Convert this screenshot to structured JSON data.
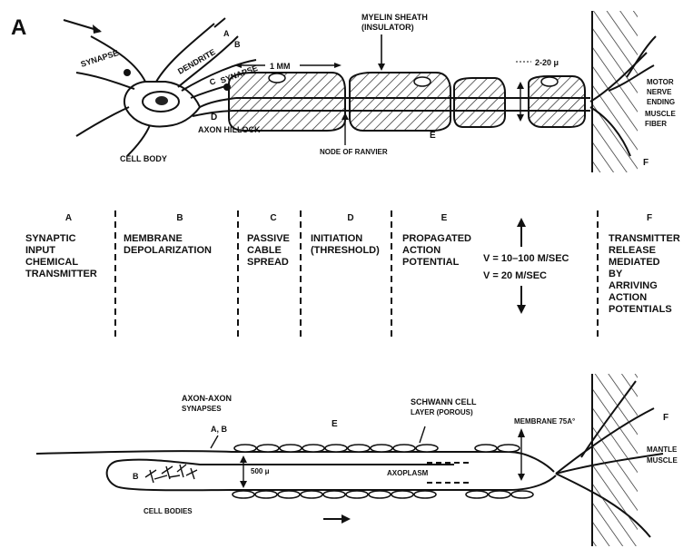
{
  "panel_label": "A",
  "top_labels": {
    "myelin_sheath": "MYELIN SHEATH",
    "insulator": "(INSULATOR)",
    "synapse_top": "SYNAPSE",
    "dendrite": "DENDRITE",
    "label_a": "A",
    "label_b": "B",
    "label_c": "C",
    "synapse_mid": "SYNAPSE",
    "one_mm": "1 MM",
    "diameter": "2-20 μ",
    "label_d": "D",
    "axon_hillock": "AXON HILLOCK",
    "node_of_ranvier": "NODE OF RANVIER",
    "label_e": "E",
    "cell_body": "CELL BODY",
    "motor_nerve_ending": "MOTOR NERVE ENDING",
    "muscle_fiber": "MUSCLE FIBER",
    "label_f": "F"
  },
  "stages": [
    {
      "letter": "A",
      "text": "SYNAPTIC\nINPUT\nCHEMICAL\nTRANSMITTER"
    },
    {
      "letter": "B",
      "text": "MEMBRANE\nDEPOLARIZATION"
    },
    {
      "letter": "C",
      "text": "PASSIVE\nCABLE\nSPREAD"
    },
    {
      "letter": "D",
      "text": "INITIATION\n(THRESHOLD)"
    },
    {
      "letter": "E",
      "text": "PROPAGATED\nACTION\nPOTENTIAL"
    },
    {
      "letter": "F",
      "text": "TRANSMITTER\nRELEASE\nMEDIATED\nBY\nARRIVING\nACTION\nPOTENTIALS"
    }
  ],
  "speed": {
    "v1": "V = 10–100 M/SEC",
    "v2": "V = 20 M/SEC"
  },
  "bottom_labels": {
    "axon_axon": "AXON-AXON",
    "synapses": "SYNAPSES",
    "ab": "A, B",
    "label_e": "E",
    "schwann": "SCHWANN CELL",
    "layer": "LAYER (POROUS)",
    "membrane": "MEMBRANE 75A°",
    "label_f": "F",
    "mantle": "MANTLE",
    "muscle": "MUSCLE",
    "micron": "500 μ",
    "axoplasm": "AXOPLASM",
    "label_b": "B",
    "cell_bodies": "CELL BODIES"
  }
}
